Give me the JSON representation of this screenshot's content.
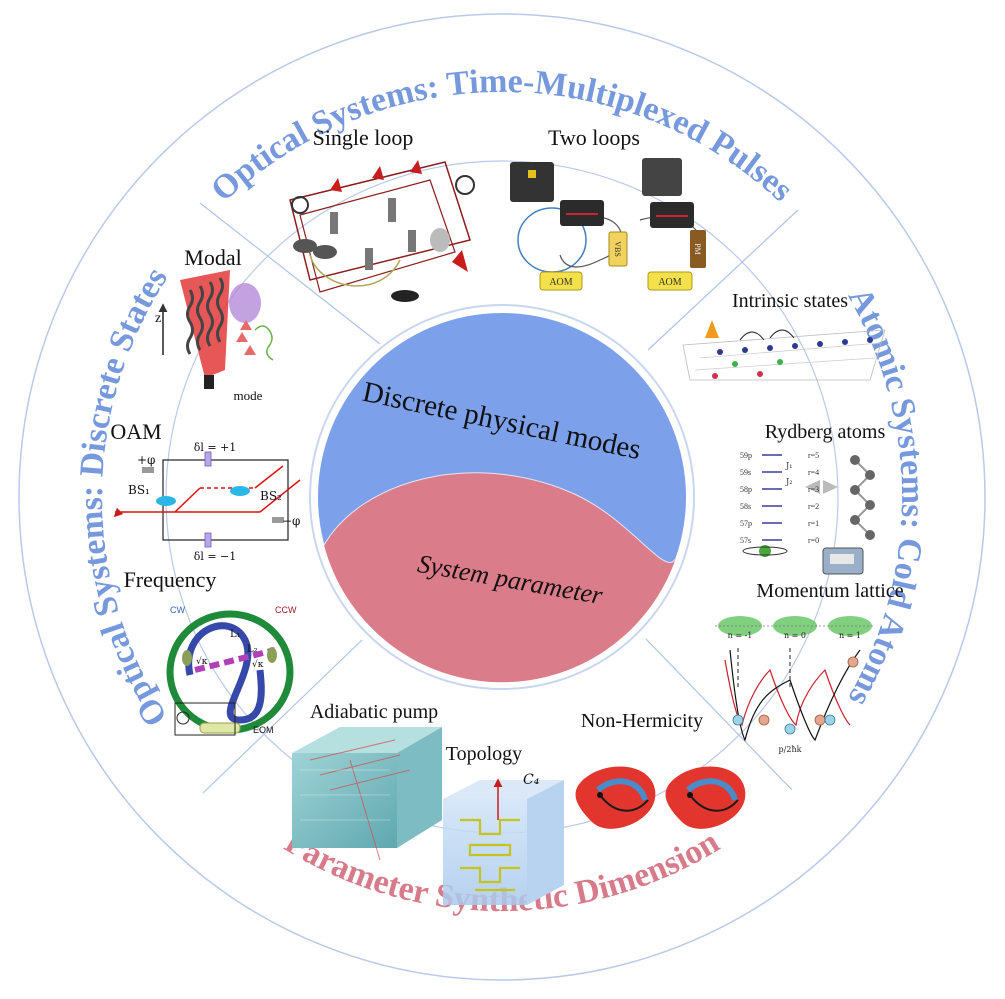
{
  "ring_titles": {
    "top": "Optical Systems: Time-Multiplexed Pulses",
    "left": "Optical Systems: Discrete States",
    "right": "Atomic Systems: Cold Atoms",
    "bottom": "Parameter Synthetic Dimension"
  },
  "center": {
    "top_text": "Discrete physical modes",
    "bottom_text": "System parameter"
  },
  "panels": {
    "single_loop": "Single loop",
    "two_loops": "Two loops",
    "modal": "Modal",
    "oam": "OAM",
    "frequency": "Frequency",
    "intrinsic_states": "Intrinsic states",
    "rydberg_atoms": "Rydberg atoms",
    "momentum_lattice": "Momentum lattice",
    "adiabatic_pump": "Adiabatic pump",
    "topology": "Topology",
    "non_hermiticity": "Non-Hermicity"
  },
  "details": {
    "two_loops_aom_a": "AOM",
    "two_loops_aom_b": "AOM",
    "two_loops_vbs": "VBS",
    "two_loops_pm": "PM",
    "modal_axis": "z",
    "modal_caption": "mode",
    "oam_top": "δl = +1",
    "oam_bottom": "δl = −1",
    "oam_plus_phi": "+φ",
    "oam_minus_phi": "−φ",
    "oam_bs1": "BS₁",
    "oam_bs2": "BS₂",
    "freq_cw": "CW",
    "freq_ccw": "CCW",
    "freq_l1": "L₁",
    "freq_l2": "L₂",
    "freq_k1": "√κ",
    "freq_k2": "√κ",
    "freq_eom": "EOM",
    "rydberg_levels": [
      "59p",
      "59s",
      "58p",
      "58s",
      "57p",
      "57s"
    ],
    "rydberg_r": [
      "r=5",
      "r=4",
      "r=3",
      "r=2",
      "r=1",
      "r=0"
    ],
    "rydberg_j1": "J₁",
    "rydberg_j2": "J₂",
    "momentum_n": [
      "n = -1",
      "n = 0",
      "n = 1"
    ],
    "momentum_axis": "p/2ħk",
    "topology_c4": "C₄"
  },
  "colors": {
    "blue_title": "#6f94dd",
    "pink_title": "#d77a8a",
    "blue_fill": "#7fa2ea",
    "pink_fill": "#dd7f8d",
    "ring_line": "#8aaee8"
  }
}
